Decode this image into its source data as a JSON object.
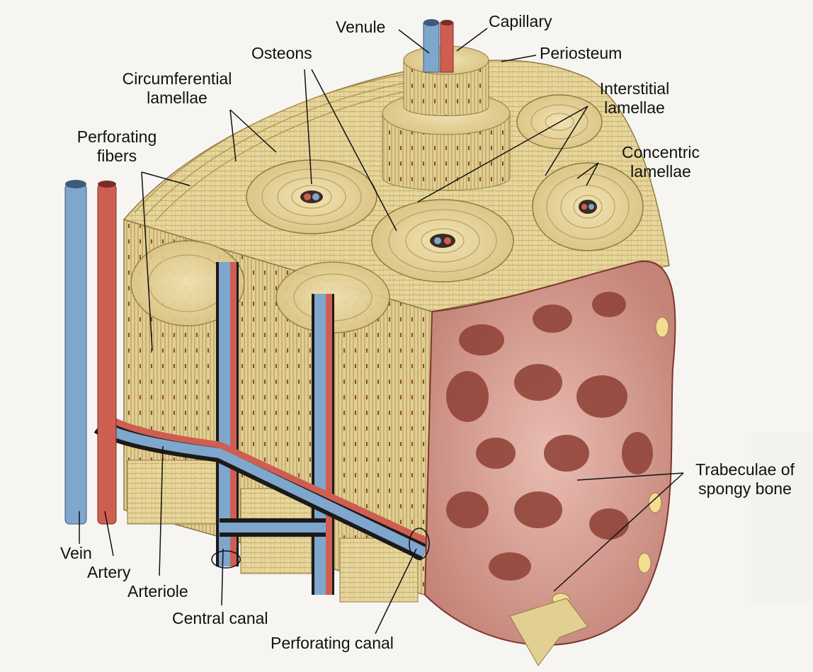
{
  "labels": {
    "venule": "Venule",
    "capillary": "Capillary",
    "periosteum": "Periosteum",
    "osteons": "Osteons",
    "circumferential_1": "Circumferential",
    "circumferential_2": "lamellae",
    "interstitial_1": "Interstitial",
    "interstitial_2": "lamellae",
    "perforating_fibers_1": "Perforating",
    "perforating_fibers_2": "fibers",
    "concentric_1": "Concentric",
    "concentric_2": "lamellae",
    "trabeculae_1": "Trabeculae of",
    "trabeculae_2": "spongy bone",
    "vein": "Vein",
    "artery": "Artery",
    "arteriole": "Arteriole",
    "central_canal": "Central canal",
    "perforating_canal": "Perforating canal"
  },
  "colors": {
    "bone": "#e8d79c",
    "bone_dark": "#c9b472",
    "bone_line": "#a7894a",
    "lacuna": "#8a4a36",
    "vein": "#7fa6cc",
    "artery": "#cf5e52",
    "spongy": "#dba79c",
    "spongy_dark": "#8e3f35",
    "canal": "#f4f2ea"
  }
}
